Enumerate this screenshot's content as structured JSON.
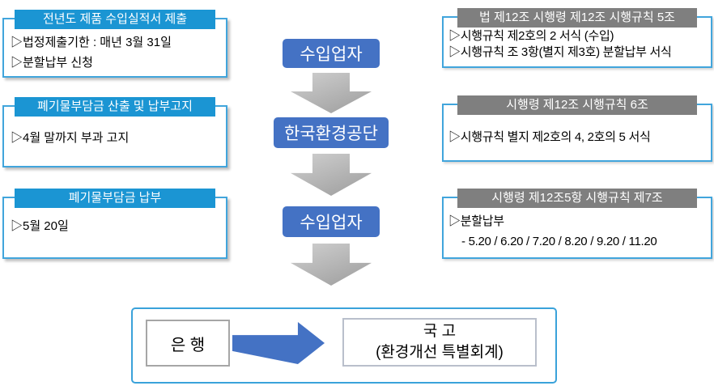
{
  "colors": {
    "header_blue": "#1b95d3",
    "header_gray": "#7f7f7f",
    "border_blue": "#41a5dc",
    "center_blue": "#4472c4",
    "arrow_gray": "#9c9c9c",
    "arrow_blue": "#4472c4",
    "outer_border": "#3aa2da",
    "bank_border": "#a6a6a6",
    "treasury_border": "#b9bfcb",
    "text": "#000000"
  },
  "left_boxes": [
    {
      "header": "전년도 제품 수입실적서 제출",
      "lines": [
        "▷법정제출기한 : 매년 3월 31일",
        "▷분할납부 신청"
      ]
    },
    {
      "header": "폐기물부담금 산출 및 납부고지",
      "lines": [
        "▷4월 말까지 부과 고지"
      ]
    },
    {
      "header": "폐기물부담금 납부",
      "lines": [
        "▷5월 20일"
      ]
    }
  ],
  "center_flow": [
    {
      "label": "수입업자"
    },
    {
      "label": "한국환경공단"
    },
    {
      "label": "수입업자"
    }
  ],
  "right_boxes": [
    {
      "header": "법 제12조 시행령 제12조 시행규칙 5조",
      "lines": [
        "▷시행규칙 제2호의 2 서식 (수입)",
        "▷시행규칙 조 3항(별지 제3호) 분할납부 서식"
      ]
    },
    {
      "header": "시행령 제12조 시행규칙 6조",
      "lines": [
        "▷시행규칙 별지 제2호의 4, 2호의 5 서식"
      ]
    },
    {
      "header": "시행령 제12조5항 시행규칙 제7조",
      "lines": [
        "▷분할납부",
        "- 5.20 / 6.20 / 7.20 / 8.20 / 9.20 / 11.20"
      ]
    }
  ],
  "bottom_flow": {
    "bank": "은 행",
    "treasury_title": "국 고",
    "treasury_subtitle": "(환경개선 특별회계)"
  }
}
